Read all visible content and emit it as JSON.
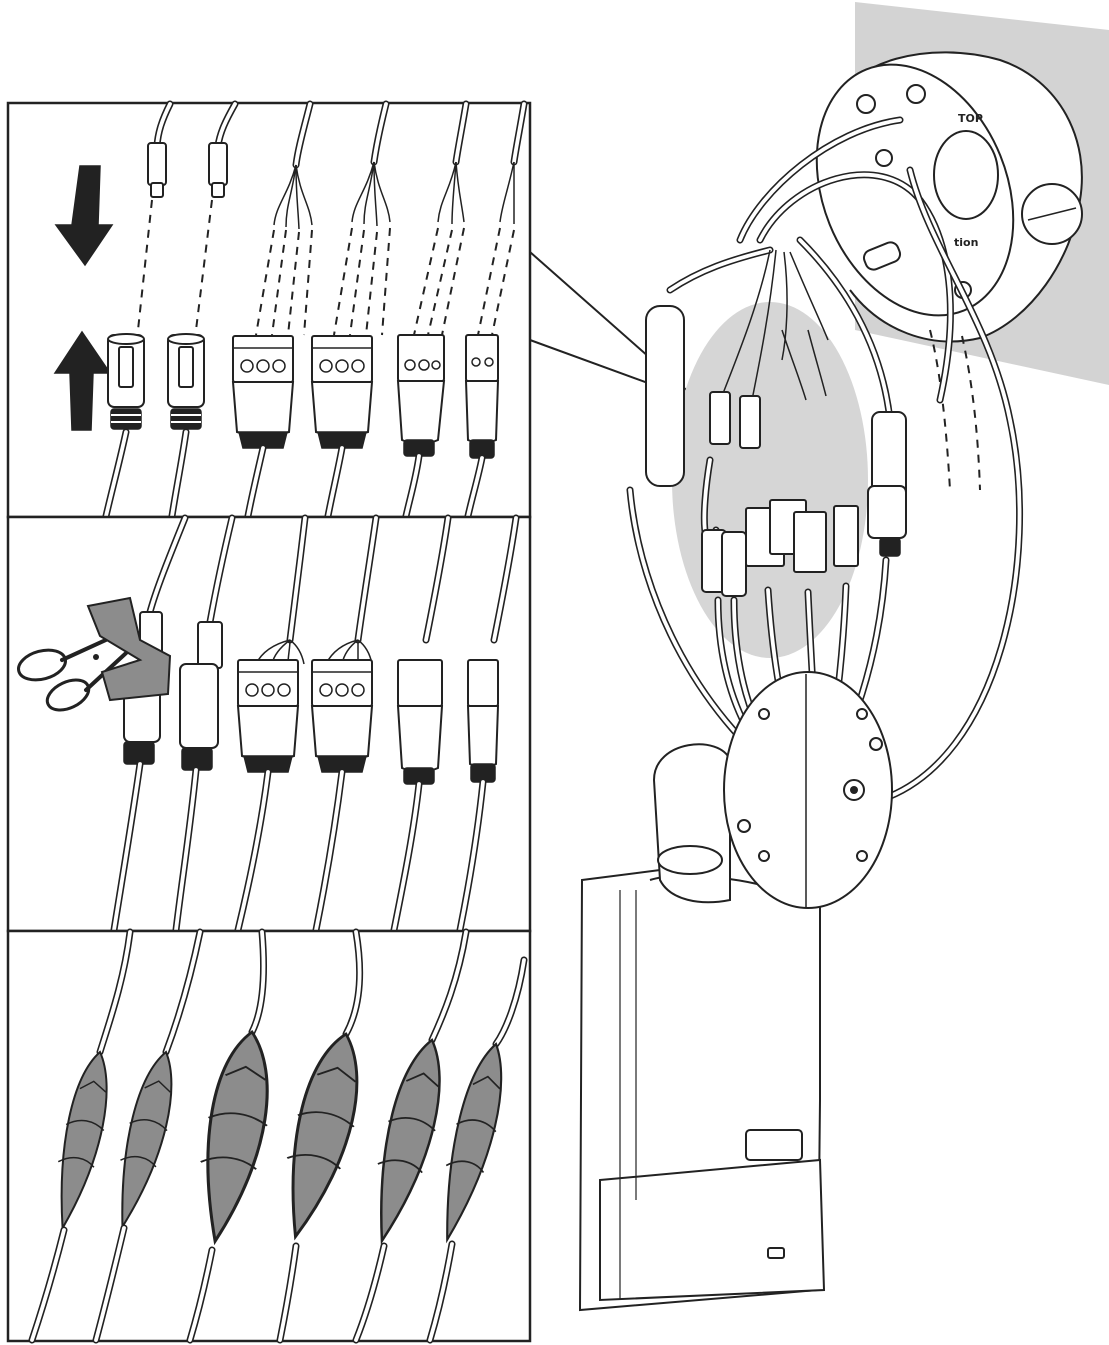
{
  "diagram": {
    "panels": [
      {
        "step": "connect",
        "connector_types": [
          "dc-plug",
          "dc-plug",
          "terminal-block-4",
          "terminal-block-4",
          "terminal-block-3",
          "terminal-block-2"
        ],
        "arrows": [
          "down",
          "up"
        ]
      },
      {
        "step": "cut-tape",
        "tool": "scissors"
      },
      {
        "step": "wrap-tape",
        "tape_color": "#8c8c8c"
      }
    ],
    "device_labels": {
      "mount_text_1": "TOP",
      "mount_text_2": "tion"
    },
    "colors": {
      "highlight": "#d6d6d6",
      "wall": "#d3d3d3",
      "tape": "#8c8c8c",
      "line": "#222222"
    }
  }
}
